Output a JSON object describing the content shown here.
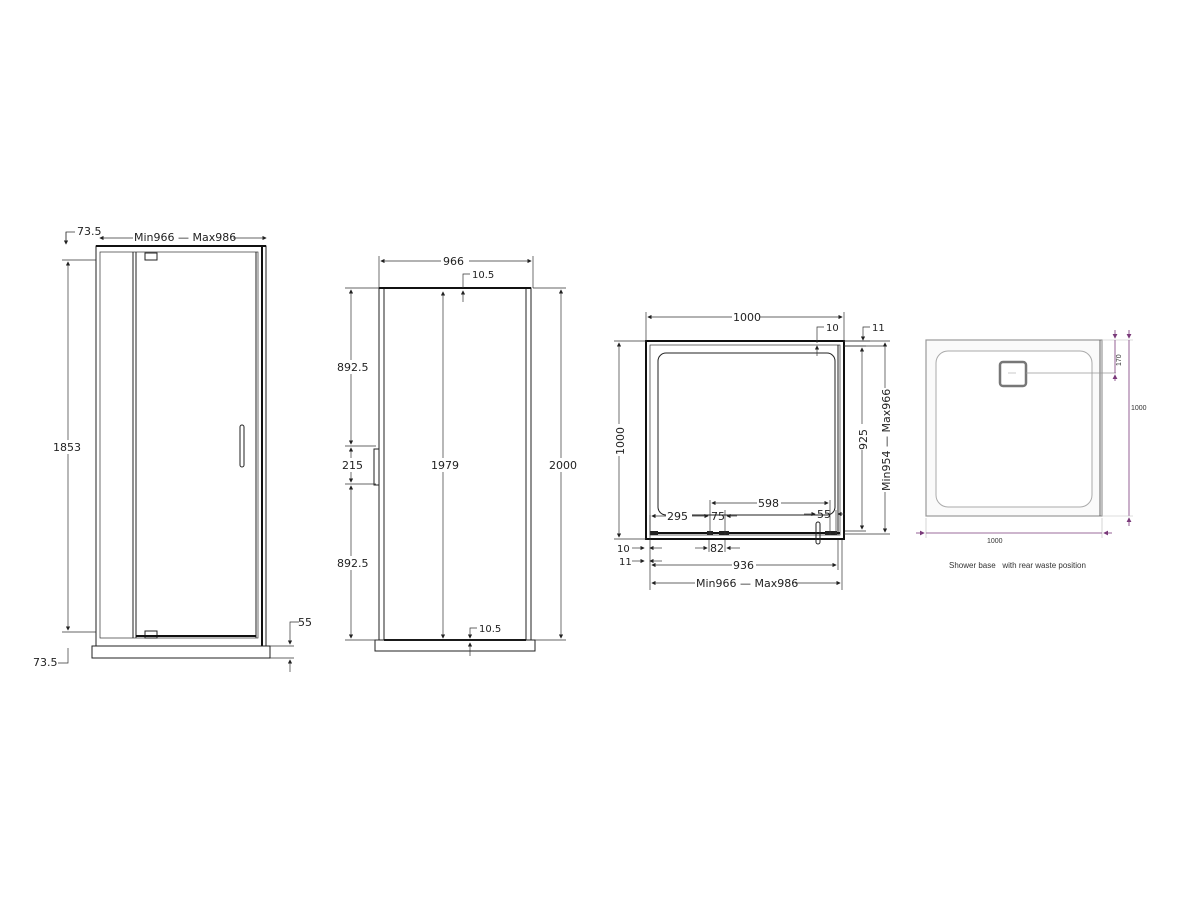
{
  "drawing": {
    "front_view": {
      "top_offset": "73.5",
      "width_range": "Min966 — Max986",
      "height": "1853",
      "bottom_offset": "73.5",
      "tray_height": "55"
    },
    "side_view": {
      "width": "966",
      "top_gap": "10.5",
      "upper_segment": "892.5",
      "handle_length": "215",
      "lower_segment": "892.5",
      "panel_height": "1979",
      "overall_height": "2000",
      "bottom_gap": "10.5"
    },
    "plan_view": {
      "width": "1000",
      "depth": "1000",
      "top_inset": "10",
      "side_inset": "11",
      "inner_depth": "925",
      "depth_range": "Min954 — Max966",
      "opening": "598",
      "left_panel": "295",
      "hinge_a": "75",
      "hinge_b": "82",
      "right_gap": "55",
      "bottom_inset_a": "10",
      "bottom_inset_b": "11",
      "inner_width": "936",
      "width_range": "Min966 — Max986"
    },
    "shower_base": {
      "waste_offset": "170",
      "depth": "1000",
      "width": "1000",
      "caption": "Shower base   with rear waste position"
    }
  }
}
